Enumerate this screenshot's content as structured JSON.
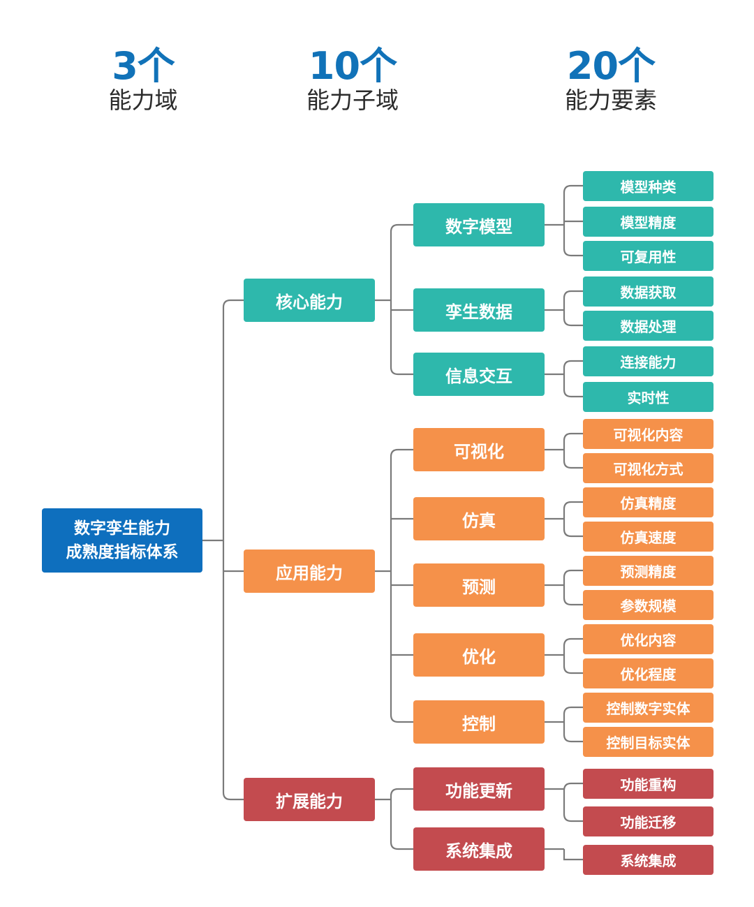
{
  "header": {
    "domains": {
      "count": "3个",
      "label": "能力域"
    },
    "subdomains": {
      "count": "10个",
      "label": "能力子域"
    },
    "elements": {
      "count": "20个",
      "label": "能力要素"
    }
  },
  "colors": {
    "root": "#0e6fbe",
    "core": "#2eb8ac",
    "application": "#f5914a",
    "extension": "#c34b4f",
    "connector": "#7a7a7a",
    "header_number": "#1172b8"
  },
  "tree": {
    "root": "数字孪生能力\n成熟度指标体系",
    "domains": [
      {
        "label": "核心能力",
        "subdomains": [
          {
            "label": "数字模型",
            "elements": [
              "模型种类",
              "模型精度",
              "可复用性"
            ]
          },
          {
            "label": "孪生数据",
            "elements": [
              "数据获取",
              "数据处理"
            ]
          },
          {
            "label": "信息交互",
            "elements": [
              "连接能力",
              "实时性"
            ]
          }
        ]
      },
      {
        "label": "应用能力",
        "subdomains": [
          {
            "label": "可视化",
            "elements": [
              "可视化内容",
              "可视化方式"
            ]
          },
          {
            "label": "仿真",
            "elements": [
              "仿真精度",
              "仿真速度"
            ]
          },
          {
            "label": "预测",
            "elements": [
              "预测精度",
              "参数规模"
            ]
          },
          {
            "label": "优化",
            "elements": [
              "优化内容",
              "优化程度"
            ]
          },
          {
            "label": "控制",
            "elements": [
              "控制数字实体",
              "控制目标实体"
            ]
          }
        ]
      },
      {
        "label": "扩展能力",
        "subdomains": [
          {
            "label": "功能更新",
            "elements": [
              "功能重构",
              "功能迁移"
            ]
          },
          {
            "label": "系统集成",
            "elements": [
              "系统集成"
            ]
          }
        ]
      }
    ]
  }
}
